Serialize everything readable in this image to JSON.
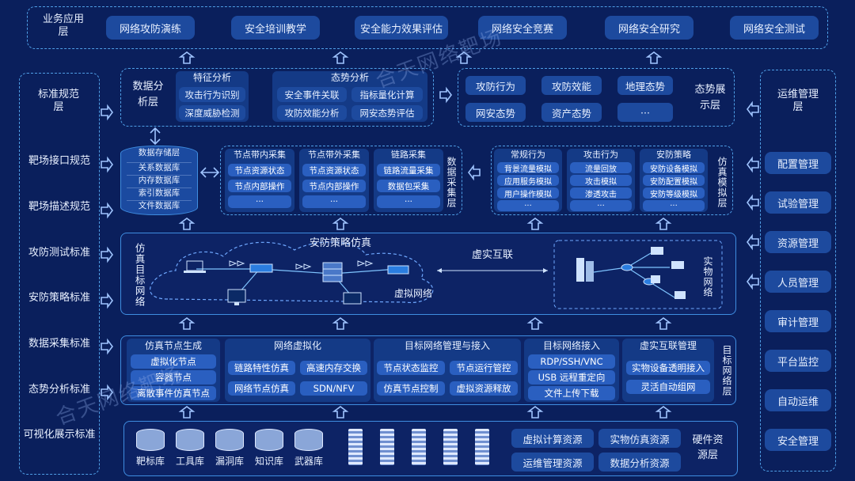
{
  "business_layer": {
    "title": "业务应用层",
    "items": [
      "网络攻防演练",
      "安全培训教学",
      "安全能力效果评估",
      "网络安全竞赛",
      "网络安全研究",
      "网络安全测试"
    ]
  },
  "watermark": "合天网络靶场",
  "standards": {
    "title": "标准规范层",
    "items": [
      "靶场接口规范",
      "靶场描述规范",
      "攻防测试标准",
      "安防策略标准",
      "数据采集标准",
      "态势分析标准",
      "可视化展示标准"
    ]
  },
  "ops": {
    "title": "运维管理层",
    "items": [
      "配置管理",
      "试验管理",
      "资源管理",
      "人员管理",
      "审计管理",
      "平台监控",
      "自动运维",
      "安全管理"
    ]
  },
  "analysis": {
    "title": "数据分析层",
    "feature": {
      "title": "特征分析",
      "items": [
        "攻击行为识别",
        "深度威胁检测"
      ]
    },
    "situation": {
      "title": "态势分析",
      "items": [
        "安全事件关联",
        "指标量化计算",
        "攻防效能分析",
        "网安态势评估"
      ]
    }
  },
  "display": {
    "title": "态势展示层",
    "items": [
      "攻防行为",
      "攻防效能",
      "地理态势",
      "网安态势",
      "资产态势",
      "···"
    ]
  },
  "storage": {
    "title": "数据存储层",
    "items": [
      "关系数据库",
      "内存数据库",
      "索引数据库",
      "文件数据库"
    ]
  },
  "collection": {
    "title": "数据采集层",
    "groups": [
      {
        "title": "节点带内采集",
        "items": [
          "节点资源状态",
          "节点内部操作",
          "···"
        ]
      },
      {
        "title": "节点带外采集",
        "items": [
          "节点资源状态",
          "节点内部操作",
          "···"
        ]
      },
      {
        "title": "链路采集",
        "items": [
          "链路流量采集",
          "数据包采集",
          "···"
        ]
      }
    ]
  },
  "simulation": {
    "title": "仿真模拟层",
    "groups": [
      {
        "title": "常规行为",
        "items": [
          "背景流量模拟",
          "应用服务模拟",
          "用户操作模拟",
          "···"
        ]
      },
      {
        "title": "攻击行为",
        "items": [
          "流量回放",
          "攻击模拟",
          "渗透攻击",
          "···"
        ]
      },
      {
        "title": "安防策略",
        "items": [
          "安防设备模拟",
          "安防配置模拟",
          "安防等级模拟",
          "···"
        ]
      }
    ]
  },
  "target_net": {
    "title": "仿真目标网络",
    "policy_sim": "安防策略仿真",
    "virtual_network": "虚拟网络",
    "vr_link": "虚实互联",
    "physical": "实物网络"
  },
  "target_mgmt": {
    "title": "目标网络层",
    "groups": [
      {
        "title": "仿真节点生成",
        "items": [
          "虚拟化节点",
          "容器节点",
          "离散事件仿真节点"
        ]
      },
      {
        "title": "网络虚拟化",
        "items": [
          "链路特性仿真",
          "高速内存交换",
          "网络节点仿真",
          "SDN/NFV"
        ]
      },
      {
        "title": "目标网络管理与接入",
        "items": [
          "节点状态监控",
          "节点运行管控",
          "仿真节点控制",
          "虚拟资源释放"
        ]
      },
      {
        "title": "目标网络接入",
        "items": [
          "RDP/SSH/VNC",
          "USB 远程重定向",
          "文件上传下载"
        ]
      },
      {
        "title": "虚实互联管理",
        "items": [
          "实物设备透明接入",
          "灵活自动组网"
        ]
      }
    ]
  },
  "hardware": {
    "title": "硬件资源层",
    "dbs": [
      "靶标库",
      "工具库",
      "漏洞库",
      "知识库",
      "武器库"
    ],
    "items": [
      "虚拟计算资源",
      "实物仿真资源",
      "运维管理资源",
      "数据分析资源"
    ]
  },
  "colors": {
    "bg": "#0a1f5c",
    "accent": "#3f8de0",
    "pill": "#1d4a9e",
    "arrow": "#9fc4ff"
  }
}
